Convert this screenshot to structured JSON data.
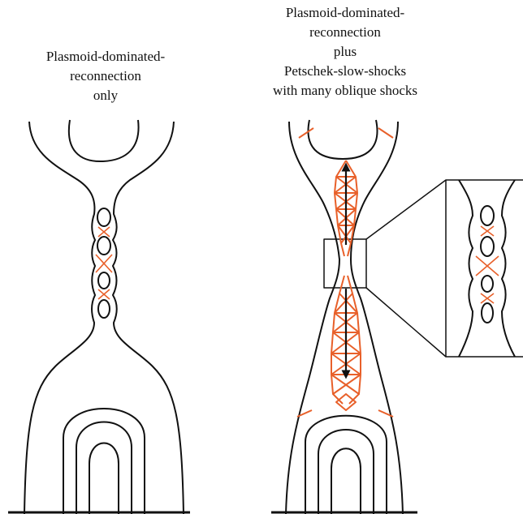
{
  "figure": {
    "left_panel": {
      "caption_lines": [
        "Plasmoid-dominated-",
        "reconnection",
        "only"
      ]
    },
    "right_panel": {
      "caption_lines": [
        "Plasmoid-dominated-",
        "reconnection",
        "plus",
        "Petschek-slow-shocks",
        "with many oblique shocks"
      ]
    }
  },
  "colors": {
    "field_line": "#111111",
    "shock": "#e8602a",
    "shock_light": "#f08a5f",
    "background": "#ffffff"
  }
}
